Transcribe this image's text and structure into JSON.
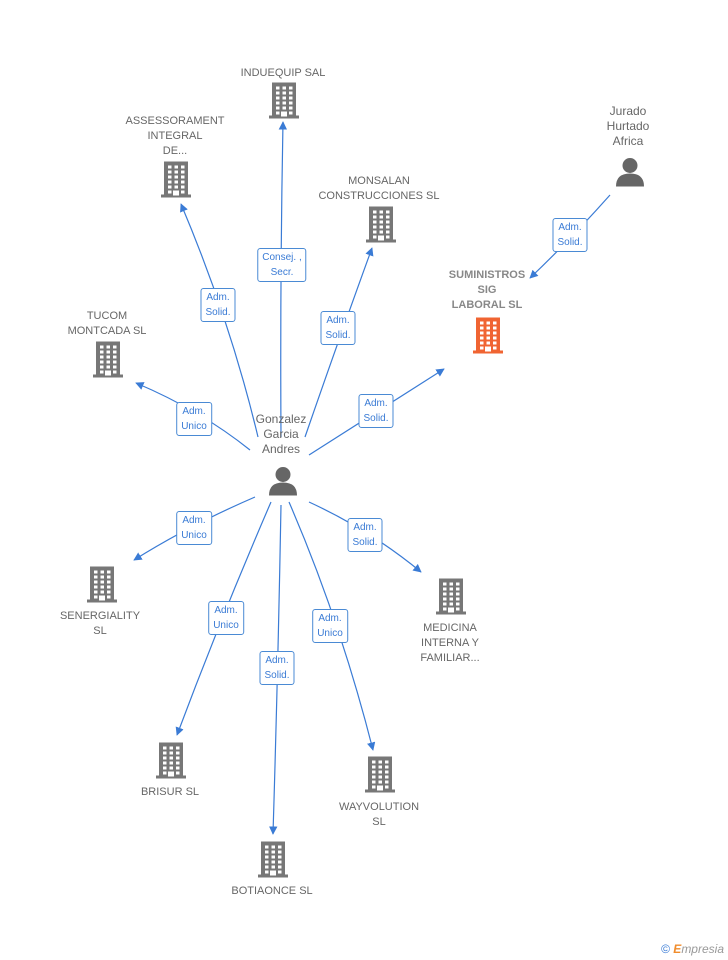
{
  "colors": {
    "edge": "#3a7bd5",
    "building": "#777777",
    "building_highlight": "#f06432",
    "person": "#666666"
  },
  "nodes": [
    {
      "id": "center",
      "type": "person",
      "label_lines": [
        "Gonzalez",
        "Garcia",
        "Andres"
      ]
    },
    {
      "id": "jurado",
      "type": "person",
      "label_lines": [
        "Jurado",
        "Hurtado",
        "Africa"
      ]
    },
    {
      "id": "induequip",
      "type": "company",
      "label_lines": [
        "INDUEQUIP SAL"
      ]
    },
    {
      "id": "assessorament",
      "type": "company",
      "label_lines": [
        "ASSESSORAMENT",
        "INTEGRAL",
        "DE..."
      ]
    },
    {
      "id": "monsalan",
      "type": "company",
      "label_lines": [
        "MONSALAN",
        "CONSTRUCCIONES SL"
      ]
    },
    {
      "id": "suministros",
      "type": "company",
      "highlight": true,
      "label_lines": [
        "SUMINISTROS",
        "SIG",
        "LABORAL SL"
      ]
    },
    {
      "id": "tucom",
      "type": "company",
      "label_lines": [
        "TUCOM",
        "MONTCADA SL"
      ]
    },
    {
      "id": "senergiality",
      "type": "company",
      "label_lines": [
        "SENERGIALITY",
        "SL"
      ]
    },
    {
      "id": "medicina",
      "type": "company",
      "label_lines": [
        "MEDICINA",
        "INTERNA Y",
        "FAMILIAR..."
      ]
    },
    {
      "id": "brisur",
      "type": "company",
      "label_lines": [
        "BRISUR SL"
      ]
    },
    {
      "id": "wayvolution",
      "type": "company",
      "label_lines": [
        "WAYVOLUTION",
        "SL"
      ]
    },
    {
      "id": "botiaonce",
      "type": "company",
      "label_lines": [
        "BOTIAONCE SL"
      ]
    }
  ],
  "edges": [
    {
      "from": "center",
      "to": "induequip",
      "label_lines": [
        "Consej. ,",
        "Secr."
      ]
    },
    {
      "from": "center",
      "to": "assessorament",
      "label_lines": [
        "Adm.",
        "Solid."
      ]
    },
    {
      "from": "center",
      "to": "monsalan",
      "label_lines": [
        "Adm.",
        "Solid."
      ]
    },
    {
      "from": "center",
      "to": "tucom",
      "label_lines": [
        "Adm.",
        "Unico"
      ]
    },
    {
      "from": "center",
      "to": "suministros",
      "label_lines": [
        "Adm.",
        "Solid."
      ]
    },
    {
      "from": "jurado",
      "to": "suministros",
      "label_lines": [
        "Adm.",
        "Solid."
      ]
    },
    {
      "from": "center",
      "to": "senergiality",
      "label_lines": [
        "Adm.",
        "Unico"
      ]
    },
    {
      "from": "center",
      "to": "medicina",
      "label_lines": [
        "Adm.",
        "Solid."
      ]
    },
    {
      "from": "center",
      "to": "brisur",
      "label_lines": [
        "Adm.",
        "Unico"
      ]
    },
    {
      "from": "center",
      "to": "botiaonce",
      "label_lines": [
        "Adm.",
        "Solid."
      ]
    },
    {
      "from": "center",
      "to": "wayvolution",
      "label_lines": [
        "Adm.",
        "Unico"
      ]
    }
  ],
  "footer": {
    "copyright": "©",
    "brand_initial": "E",
    "brand_rest": "mpresia"
  }
}
